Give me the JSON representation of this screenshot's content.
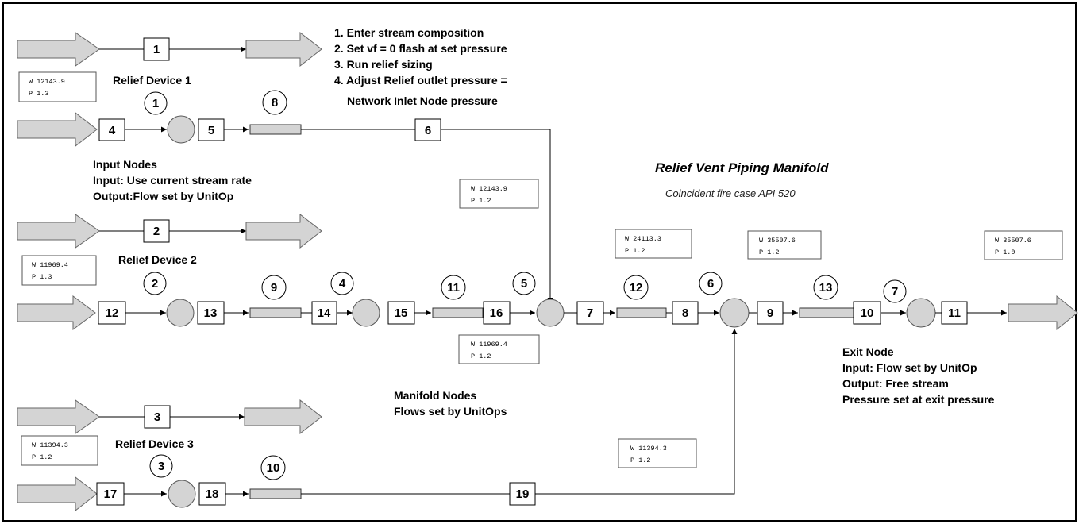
{
  "steps": [
    "1. Enter stream composition",
    "2. Set vf = 0 flash at set pressure",
    "3. Run relief sizing",
    "4. Adjust Relief outlet pressure =",
    "Network Inlet Node pressure"
  ],
  "relief_devices": [
    "Relief Device 1",
    "Relief Device 2",
    "Relief Device 3"
  ],
  "input_nodes": [
    "Input Nodes",
    "Input: Use current stream rate",
    "Output:Flow set by UnitOp"
  ],
  "manifold_nodes": [
    "Manifold Nodes",
    "Flows set by UnitOps"
  ],
  "exit_node": [
    "Exit Node",
    "Input: Flow set by UnitOp",
    "Output: Free stream",
    "Pressure set at exit pressure"
  ],
  "title": "Relief Vent Piping Manifold",
  "subtitle": "Coincident fire case API 520",
  "data_boxes": [
    {
      "w": "W 12143.9",
      "p": "P 1.3"
    },
    {
      "w": "W 12143.9",
      "p": "P 1.2"
    },
    {
      "w": "W 11969.4",
      "p": "P 1.3"
    },
    {
      "w": "W 11969.4",
      "p": "P 1.2"
    },
    {
      "w": "W 11394.3",
      "p": "P 1.2"
    },
    {
      "w": "W 11394.3",
      "p": "P 1.2"
    },
    {
      "w": "W 24113.3",
      "p": "P 1.2"
    },
    {
      "w": "W 35507.6",
      "p": "P 1.2"
    },
    {
      "w": "W 35507.6",
      "p": "P 1.0"
    }
  ],
  "stream_numbers": [
    "1",
    "2",
    "3",
    "4",
    "5",
    "6",
    "12",
    "13",
    "14",
    "15",
    "16",
    "7",
    "8",
    "9",
    "10",
    "11",
    "17",
    "18",
    "19"
  ],
  "node_numbers": [
    "1",
    "2",
    "3",
    "4",
    "5",
    "6",
    "7"
  ],
  "pipe_numbers": [
    "8",
    "9",
    "10",
    "11",
    "12",
    "13"
  ],
  "colors": {
    "node_fill": "#d4d4d4",
    "arrow_fill": "#d4d4d4",
    "pipe_fill": "#d4d4d4",
    "line": "#000000"
  }
}
